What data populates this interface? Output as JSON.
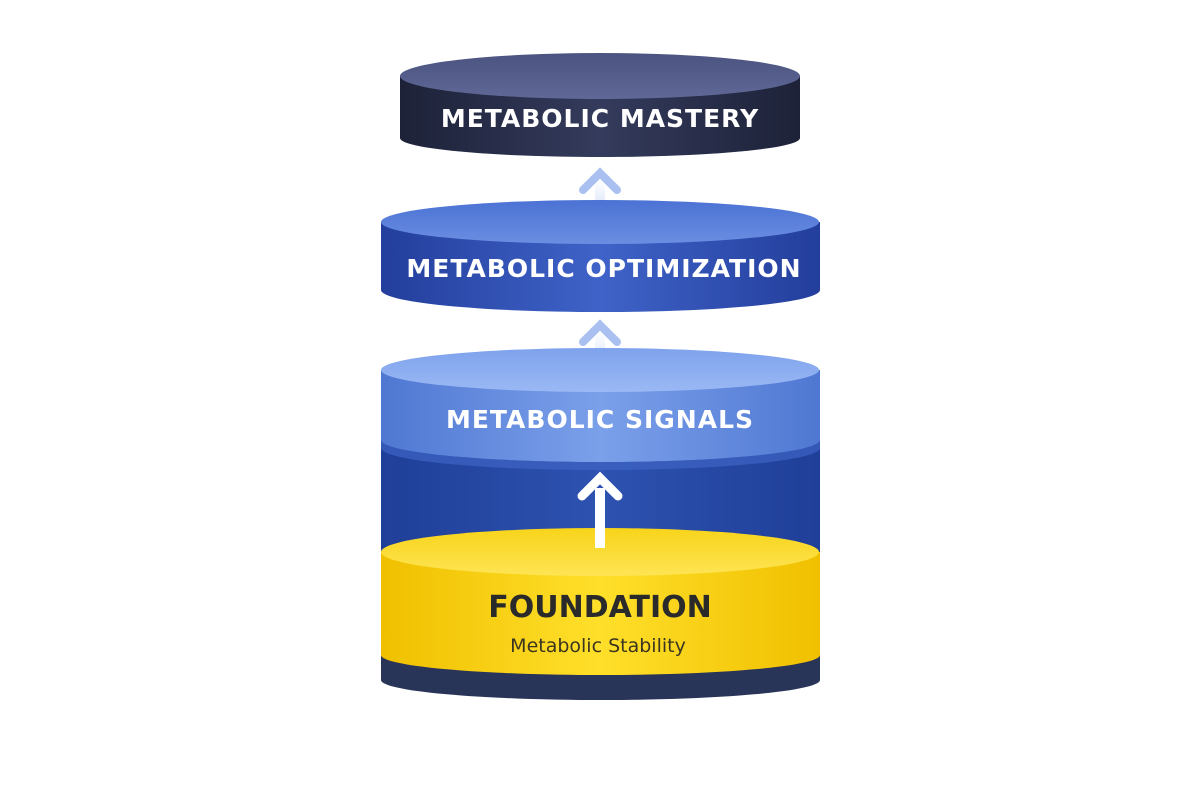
{
  "diagram": {
    "tiers": [
      {
        "label": "METABOLIC MASTERY",
        "color": "#262c48"
      },
      {
        "label": "METABOLIC OPTIMIZATION",
        "color": "#3453b8"
      },
      {
        "label": "METABOLIC SIGNALS",
        "color": "#5b86dc"
      },
      {
        "label": "FOUNDATION",
        "sublabel": "Metabolic Stability",
        "color": "#f5d21a"
      }
    ],
    "arrows": [
      "arrow-up-icon",
      "arrow-up-icon",
      "arrow-up-icon"
    ]
  }
}
